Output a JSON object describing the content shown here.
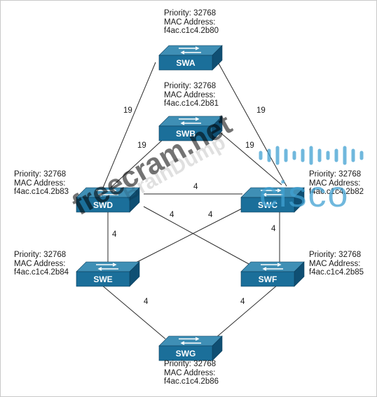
{
  "switches": [
    {
      "id": "swa",
      "name": "SWA",
      "priority": "Priority: 32768",
      "mac_label": "MAC Address:",
      "mac": "f4ac.c1c4.2b80"
    },
    {
      "id": "swb",
      "name": "SWB",
      "priority": "Priority: 32768",
      "mac_label": "MAC Address:",
      "mac": "f4ac.c1c4.2b81"
    },
    {
      "id": "swc",
      "name": "SWC",
      "priority": "Priority: 32768",
      "mac_label": "MAC Address:",
      "mac": "f4ac.c1c4.2b82"
    },
    {
      "id": "swd",
      "name": "SWD",
      "priority": "Priority: 32768",
      "mac_label": "MAC Address:",
      "mac": "f4ac.c1c4.2b83"
    },
    {
      "id": "swe",
      "name": "SWE",
      "priority": "Priority: 32768",
      "mac_label": "MAC Address:",
      "mac": "f4ac.c1c4.2b84"
    },
    {
      "id": "swf",
      "name": "SWF",
      "priority": "Priority: 32768",
      "mac_label": "MAC Address:",
      "mac": "f4ac.c1c4.2b85"
    },
    {
      "id": "swg",
      "name": "SWG",
      "priority": "Priority: 32768",
      "mac_label": "MAC Address:",
      "mac": "f4ac.c1c4.2b86"
    }
  ],
  "links": [
    {
      "from": "swa",
      "to": "swd",
      "cost": "19"
    },
    {
      "from": "swa",
      "to": "swc",
      "cost": "19"
    },
    {
      "from": "swb",
      "to": "swd",
      "cost": "19"
    },
    {
      "from": "swb",
      "to": "swc",
      "cost": "19"
    },
    {
      "from": "swd",
      "to": "swc",
      "cost": "4"
    },
    {
      "from": "swd",
      "to": "swe",
      "cost": "4"
    },
    {
      "from": "swd",
      "to": "swf",
      "cost": "4"
    },
    {
      "from": "swc",
      "to": "swe",
      "cost": "4"
    },
    {
      "from": "swc",
      "to": "swf",
      "cost": "4"
    },
    {
      "from": "swe",
      "to": "swg",
      "cost": "4"
    },
    {
      "from": "swf",
      "to": "swg",
      "cost": "4"
    }
  ],
  "watermarks": {
    "domain": "freecram.net",
    "faint": "BrainDump",
    "brand": "cisco"
  },
  "colors": {
    "switch_top": "#3f8fb5",
    "switch_front": "#1b6f9a",
    "switch_side": "#0f4f73",
    "link": "#2a2a2a"
  }
}
